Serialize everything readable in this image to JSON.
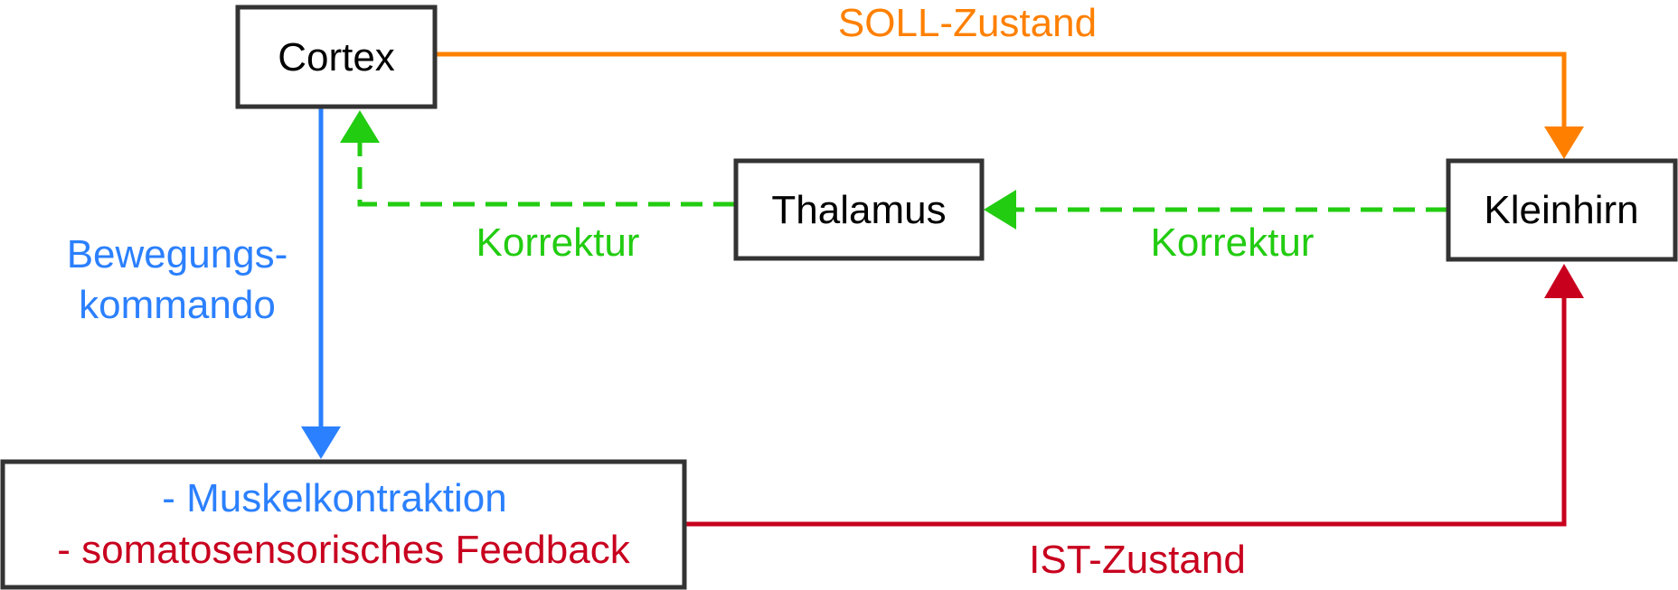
{
  "colors": {
    "soll": "#FF8000",
    "korrektur": "#22CC11",
    "bewegung": "#2B80FF",
    "ist": "#C8001E",
    "box_border": "#333333"
  },
  "nodes": {
    "cortex": "Cortex",
    "thalamus": "Thalamus",
    "kleinhirn": "Kleinhirn",
    "muskel_line1": "- Muskelkontraktion",
    "muskel_line2": "- somatosensorisches Feedback"
  },
  "edges": {
    "soll": "SOLL-Zustand",
    "korrektur_left": "Korrektur",
    "korrektur_right": "Korrektur",
    "bewegung_line1": "Bewegungs-",
    "bewegung_line2": "kommando",
    "ist": "IST-Zustand"
  }
}
